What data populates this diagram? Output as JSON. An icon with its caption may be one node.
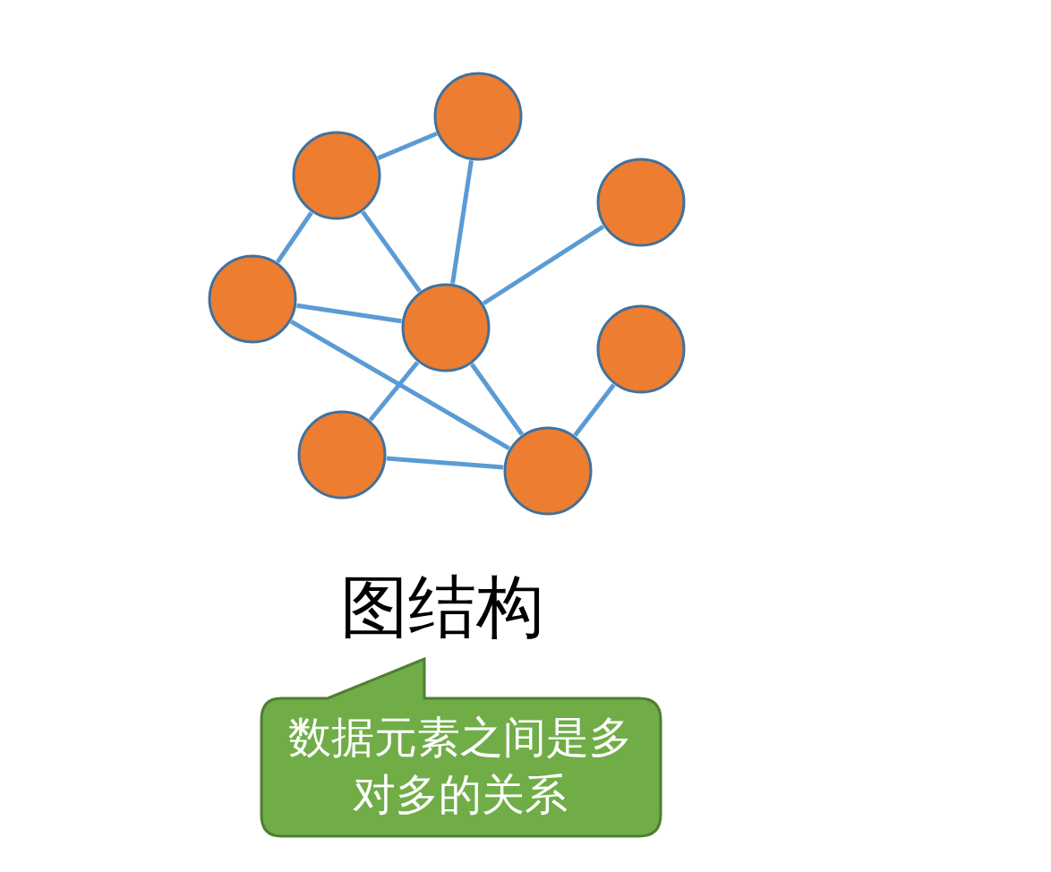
{
  "diagram": {
    "nodes": [
      {
        "text": [],
        "shape": "circle"
      },
      {
        "text": [],
        "shape": "circle"
      },
      {
        "text": [],
        "shape": "circle"
      },
      {
        "text": [],
        "shape": "circle"
      },
      {
        "text": [],
        "shape": "circle"
      },
      {
        "text": [],
        "shape": "circle"
      },
      {
        "text": [],
        "shape": "circle"
      },
      {
        "text": [],
        "shape": "circle"
      },
      {
        "text": [
          "数据元素之间是多对多的关系"
        ]
      }
    ],
    "edges": [
      {
        "from": 1,
        "to": 0,
        "arrow": "none"
      },
      {
        "from": 1,
        "to": 3,
        "arrow": "none"
      },
      {
        "from": 1,
        "to": 4,
        "arrow": "none"
      },
      {
        "from": 0,
        "to": 4,
        "arrow": "none"
      },
      {
        "from": 2,
        "to": 4,
        "arrow": "none"
      },
      {
        "from": 3,
        "to": 4,
        "arrow": "none"
      },
      {
        "from": 3,
        "to": 7,
        "arrow": "none"
      },
      {
        "from": 4,
        "to": 6,
        "arrow": "none"
      },
      {
        "from": 4,
        "to": 7,
        "arrow": "none"
      },
      {
        "from": 5,
        "to": 7,
        "arrow": "none"
      },
      {
        "from": 6,
        "to": 7,
        "arrow": "none"
      }
    ],
    "labels": [
      "图结构"
    ]
  }
}
